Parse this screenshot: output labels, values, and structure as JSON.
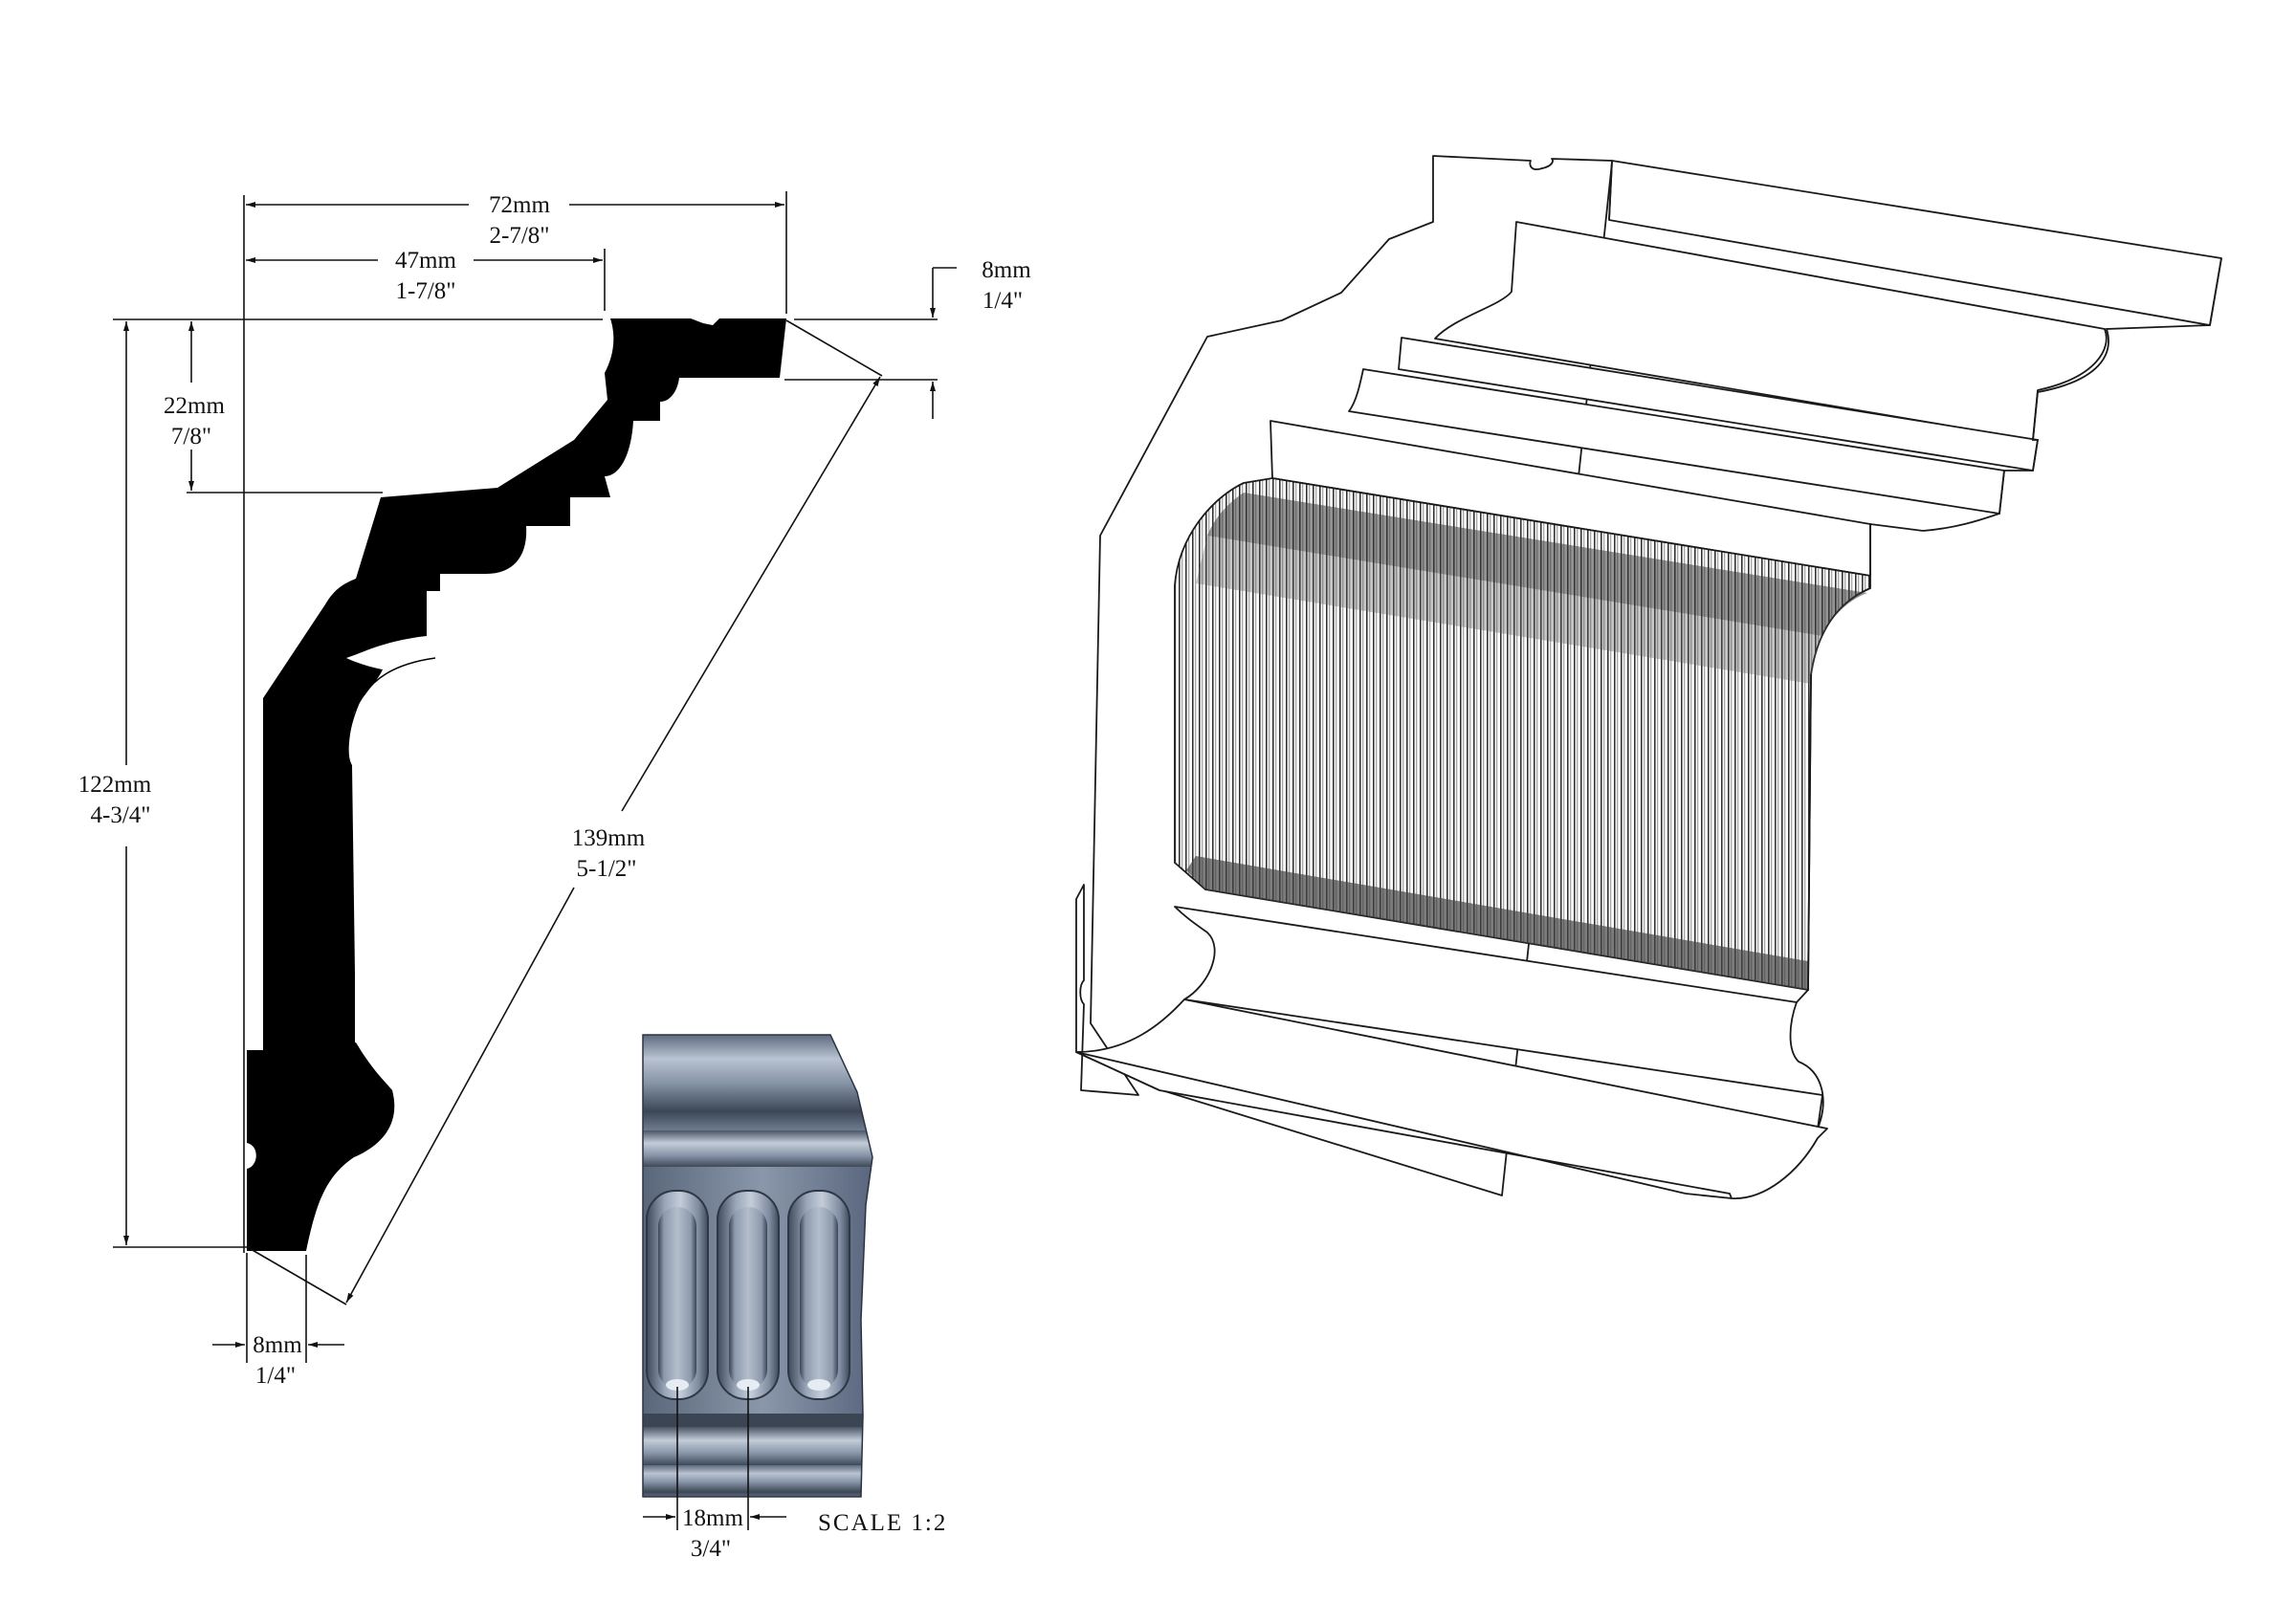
{
  "profile_dimensions": {
    "overall_width": {
      "mm": "72mm",
      "inch": "2-7/8\""
    },
    "upper_width": {
      "mm": "47mm",
      "inch": "1-7/8\""
    },
    "top_lip": {
      "mm": "8mm",
      "inch": "1/4\""
    },
    "upper_drop": {
      "mm": "22mm",
      "inch": "7/8\""
    },
    "overall_height": {
      "mm": "122mm",
      "inch": "4-3/4\""
    },
    "diagonal_projection": {
      "mm": "139mm",
      "inch": "5-1/2\""
    },
    "bottom_lip": {
      "mm": "8mm",
      "inch": "1/4\""
    }
  },
  "detail_view": {
    "flute_spacing": {
      "mm": "18mm",
      "inch": "3/4\""
    },
    "scale_label": "SCALE  1:2"
  },
  "colors": {
    "profile_fill": "#000000",
    "detail_steel": "#8a97aa",
    "line": "#111111",
    "background": "#ffffff"
  }
}
